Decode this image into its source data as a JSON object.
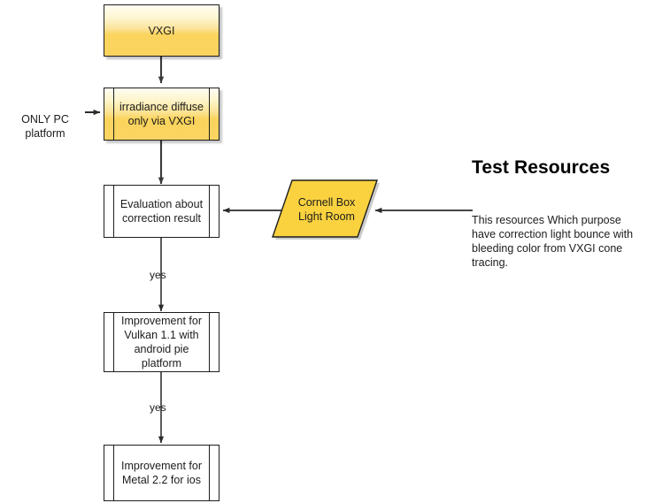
{
  "diagram": {
    "type": "flowchart",
    "nodes": [
      {
        "id": "vxgi",
        "label": "VXGI",
        "shape": "process",
        "fill": "#fad45d"
      },
      {
        "id": "irradiance",
        "label": "irradiance diffuse\nonly via VXGI",
        "shape": "predefined-process",
        "fill": "#fad45d"
      },
      {
        "id": "evaluation",
        "label": "Evaluation about\ncorrection result",
        "shape": "predefined-process",
        "fill": "#ffffff"
      },
      {
        "id": "vulkan",
        "label": "Improvement for\nVulkan 1.1 with\nandroid pie\nplatform",
        "shape": "predefined-process",
        "fill": "#ffffff"
      },
      {
        "id": "metal",
        "label": "Improvement for\nMetal 2.2 for ios",
        "shape": "predefined-process",
        "fill": "#ffffff"
      },
      {
        "id": "cornell",
        "label": "Cornell Box\nLight Room",
        "shape": "parallelogram",
        "fill": "#fad23f"
      }
    ],
    "edge_labels": [
      {
        "id": "yes1",
        "label": "yes"
      },
      {
        "id": "yes2",
        "label": "yes"
      }
    ],
    "annotations": {
      "only_pc": "ONLY PC\nplatform",
      "test_resources_heading": "Test Resources",
      "test_resources_body": "This resources Which purpose\nhave correction light bounce with\nbleeding color from VXGI cone\ntracing."
    }
  },
  "colors": {
    "node_yellow": "#fad45d",
    "node_yellow_solid": "#fad23f",
    "node_white": "#ffffff",
    "stroke": "#1d1d1d",
    "arrow": "#3b3b3b",
    "text": "#1c1c1c"
  }
}
